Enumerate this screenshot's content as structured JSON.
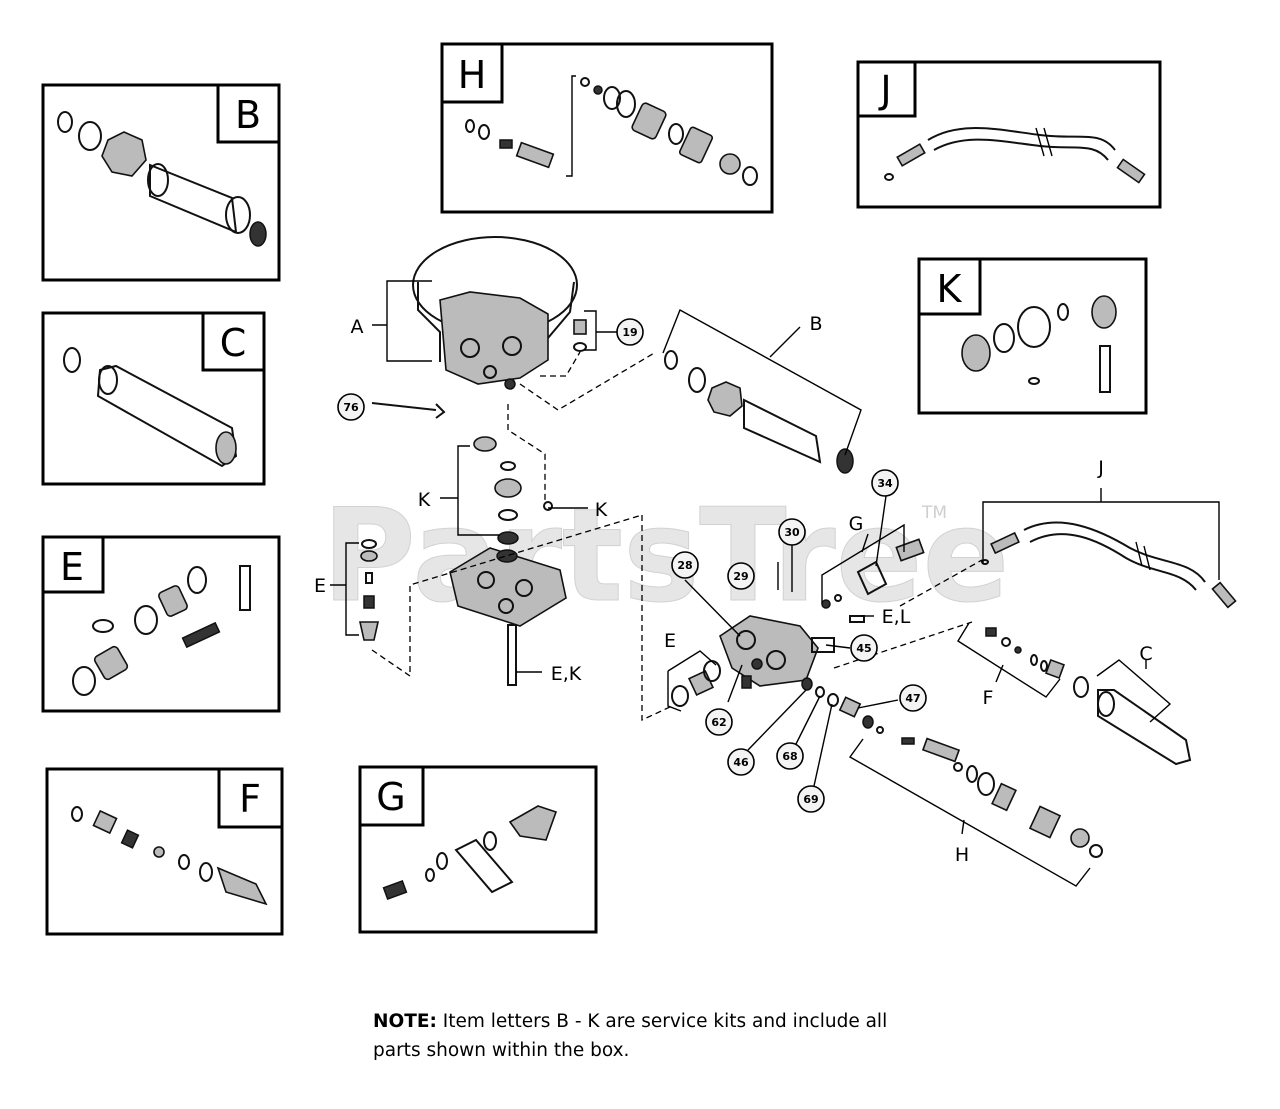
{
  "watermark": {
    "text": "PartsTree",
    "trademark": "TM"
  },
  "kit_boxes": [
    {
      "id": "B",
      "letter": "B"
    },
    {
      "id": "C",
      "letter": "C"
    },
    {
      "id": "E",
      "letter": "E"
    },
    {
      "id": "F",
      "letter": "F"
    },
    {
      "id": "G",
      "letter": "G"
    },
    {
      "id": "H",
      "letter": "H"
    },
    {
      "id": "J",
      "letter": "J"
    },
    {
      "id": "K",
      "letter": "K"
    }
  ],
  "callouts": {
    "c19": "19",
    "c76": "76",
    "c34": "34",
    "c30": "30",
    "c29": "29",
    "c28": "28",
    "c45": "45",
    "c47": "47",
    "c62": "62",
    "c46": "46",
    "c68": "68",
    "c69": "69"
  },
  "labels": {
    "A": "A",
    "B": "B",
    "K_left": "K",
    "K_right": "K",
    "E_left": "E",
    "EK": "E,K",
    "J": "J",
    "G": "G",
    "EL": "E,L",
    "E_mid": "E",
    "C": "C",
    "F": "F",
    "H": "H"
  },
  "note": {
    "label": "NOTE:",
    "line1": " Item letters B - K are service kits and include all",
    "line2": "parts shown within the box."
  }
}
